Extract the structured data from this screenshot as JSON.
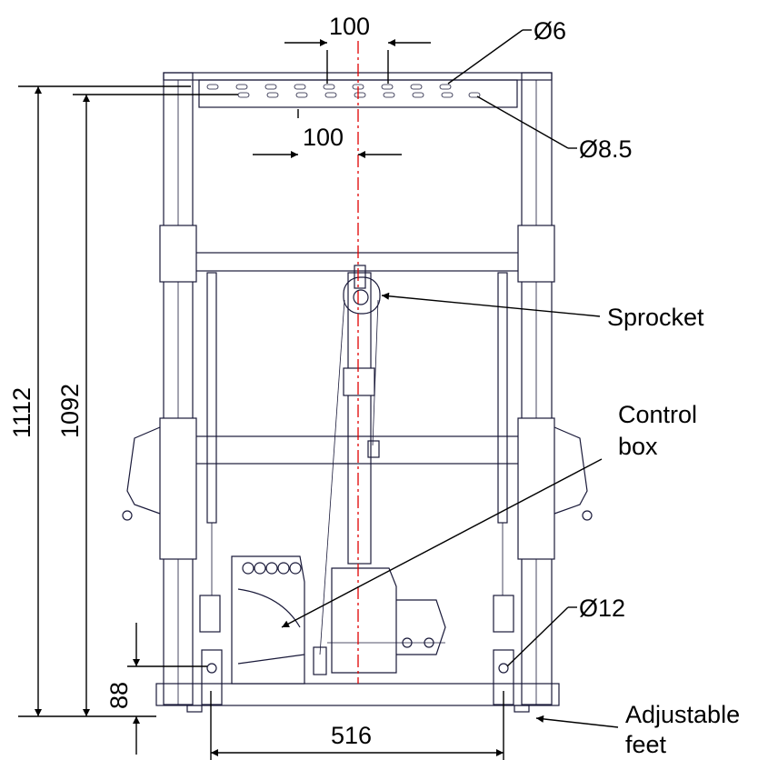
{
  "dimensions": {
    "top_spacing": "100",
    "mid_spacing": "100",
    "top_hole": "Ø6",
    "mid_hole": "Ø8.5",
    "total_height": "1112",
    "inner_height": "1092",
    "foot_height": "88",
    "width": "516",
    "foot_hole": "Ø12"
  },
  "callouts": {
    "sprocket": "Sprocket",
    "control_box_line1": "Control",
    "control_box_line2": "box",
    "feet_line1": "Adjustable",
    "feet_line2": "feet"
  }
}
